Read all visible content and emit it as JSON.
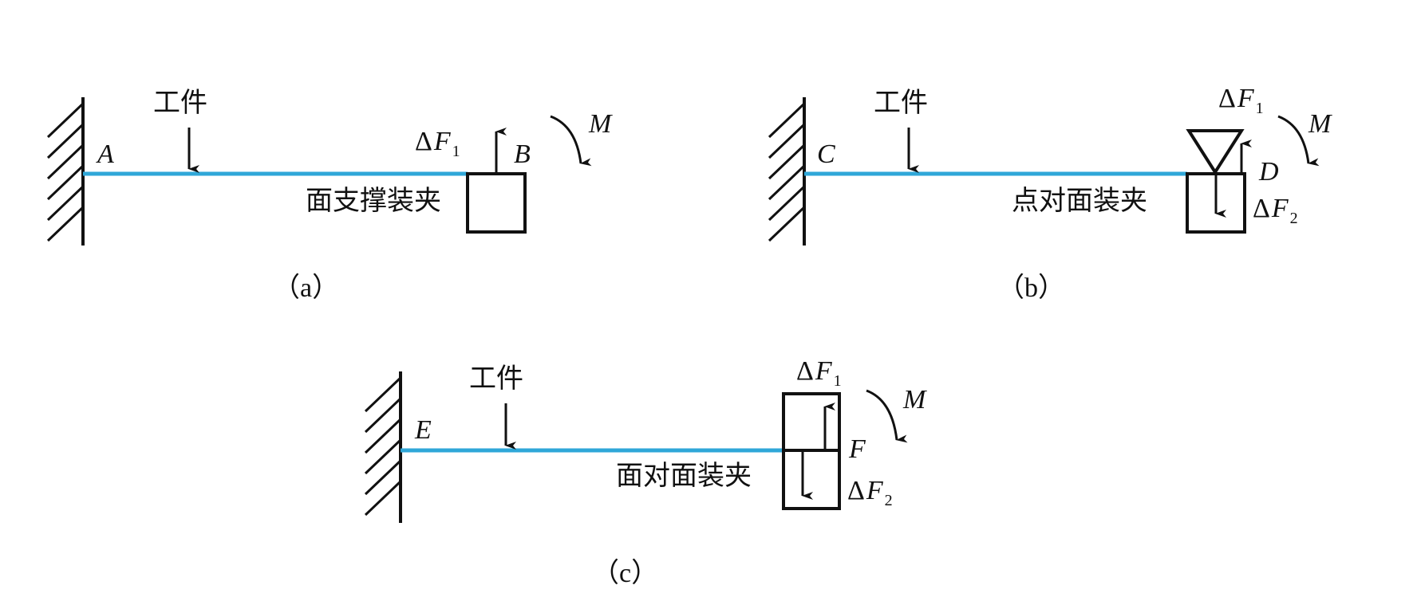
{
  "figures": {
    "a": {
      "caption": "（a）",
      "workpiece": "工件",
      "left_point": "A",
      "right_point": "B",
      "clamp": "面支撑装夹",
      "force1": {
        "delta": "Δ",
        "symbol": "F",
        "sub": "1"
      },
      "moment": "M"
    },
    "b": {
      "caption": "（b）",
      "workpiece": "工件",
      "left_point": "C",
      "right_point": "D",
      "clamp": "点对面装夹",
      "force1": {
        "delta": "Δ",
        "symbol": "F",
        "sub": "1"
      },
      "force2": {
        "delta": "Δ",
        "symbol": "F",
        "sub": "2"
      },
      "moment": "M"
    },
    "c": {
      "caption": "（c）",
      "workpiece": "工件",
      "left_point": "E",
      "right_point": "F",
      "clamp": "面对面装夹",
      "force1": {
        "delta": "Δ",
        "symbol": "F",
        "sub": "1"
      },
      "force2": {
        "delta": "Δ",
        "symbol": "F",
        "sub": "2"
      },
      "moment": "M"
    }
  },
  "colors": {
    "beam": "#2fa7d8",
    "ink": "#111111"
  }
}
